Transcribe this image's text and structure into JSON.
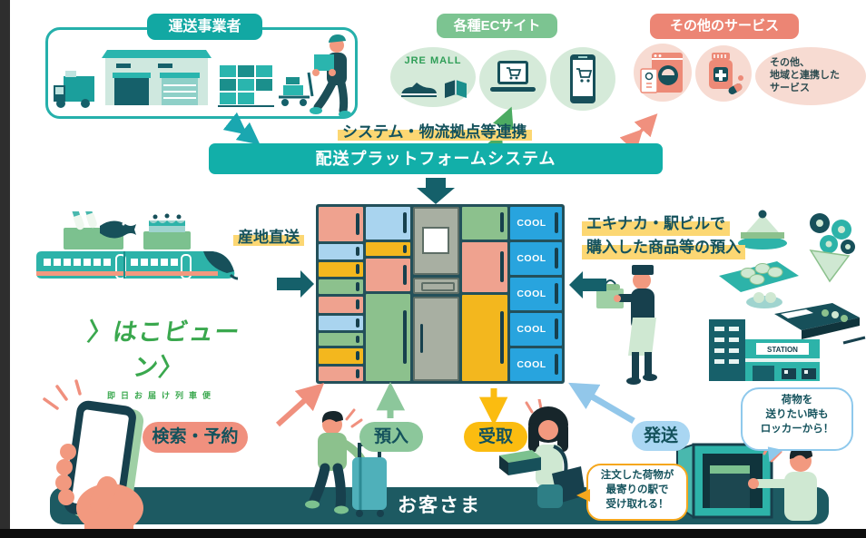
{
  "palette": {
    "teal": "#12a8a3",
    "dark_teal": "#15606a",
    "ink": "#14525c",
    "green_label": "#7cc491",
    "salmon_label": "#ec8574",
    "yellow_highlight": "#fcd773",
    "band": "#1d5a62",
    "logo_green": "#3aa84e",
    "pill_search": "#f0907e",
    "pill_deposit": "#8cc79b",
    "pill_receive": "#fbbc10",
    "pill_ship": "#a9d6f2",
    "cool": "#28a4de",
    "locker_salmon": "#efa28f",
    "locker_blue": "#a9d4ef",
    "locker_yellow": "#f3b71e",
    "locker_green": "#8cc18d",
    "locker_gray": "#a8afa2",
    "handle": "#17404d"
  },
  "top": {
    "transport": {
      "label": "運送事業者"
    },
    "ec": {
      "label": "各種ECサイト",
      "jre_mall": "JRE MALL"
    },
    "other": {
      "label": "その他のサービス",
      "note_lines": [
        "その他、",
        "地域と連携した",
        "サービス"
      ]
    }
  },
  "platform": {
    "link_label": "システム・物流拠点等連携",
    "banner": "配送プラットフォームシステム"
  },
  "left_side": {
    "direct_label": "産地直送",
    "logo_bracket": "〉",
    "logo_text": "はこビューン",
    "logo_sub": "即日お届け列車便"
  },
  "right_side": {
    "deposit_line1": "エキナカ・駅ビルで",
    "deposit_line2": "購入した商品等の預入"
  },
  "locker": {
    "cool_label": "COOL",
    "columns": [
      {
        "type": "cells",
        "flex": 50,
        "cells": [
          {
            "color": "salmon",
            "h": 35
          },
          {
            "color": "blue",
            "h": 15
          },
          {
            "color": "yellow",
            "h": 15
          },
          {
            "color": "green",
            "h": 15
          },
          {
            "color": "salmon",
            "h": 16
          },
          {
            "color": "blue",
            "h": 15
          },
          {
            "color": "green",
            "h": 13
          },
          {
            "color": "yellow",
            "h": 15
          },
          {
            "color": "salmon",
            "h": 15
          }
        ]
      },
      {
        "type": "cells",
        "flex": 50,
        "cells": [
          {
            "color": "blue",
            "h": 35
          },
          {
            "color": "yellow",
            "h": 15
          },
          {
            "color": "salmon",
            "h": 35
          },
          {
            "color": "green",
            "h": 93
          }
        ]
      },
      {
        "type": "panel",
        "flex": 52
      },
      {
        "type": "cells",
        "flex": 52,
        "cells": [
          {
            "color": "green",
            "h": 35
          },
          {
            "color": "salmon",
            "h": 55
          },
          {
            "color": "yellow",
            "h": 93
          }
        ]
      },
      {
        "type": "cool",
        "flex": 58,
        "count": 5
      }
    ]
  },
  "actions": {
    "search": "検索・予約",
    "deposit": "預入",
    "receive": "受取",
    "ship": "発送"
  },
  "customers_label": "お客さま",
  "bubbles": {
    "order_lines": [
      "注文した荷物が",
      "最寄りの駅で",
      "受け取れる！"
    ],
    "send_lines": [
      "荷物を",
      "送りたい時も",
      "ロッカーから！"
    ]
  },
  "station_sign": "STATION"
}
